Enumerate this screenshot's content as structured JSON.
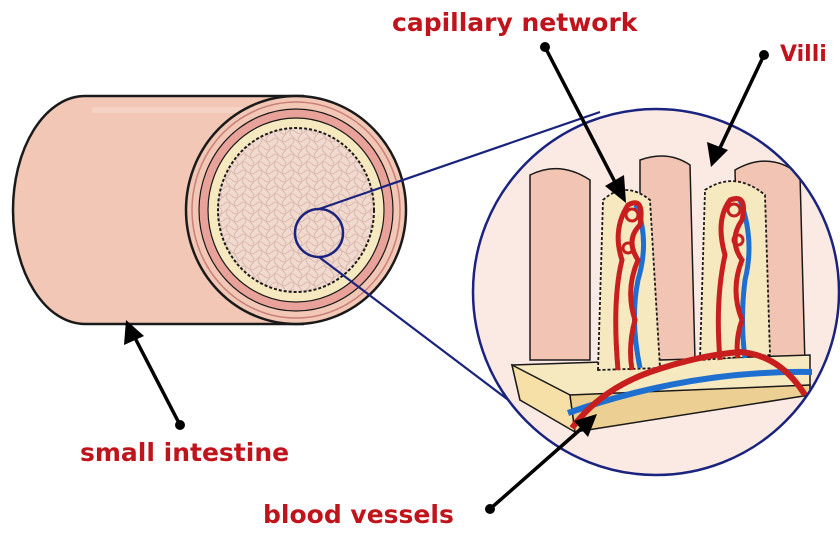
{
  "labels": {
    "capillary_network": "capillary network",
    "villi": "Villi",
    "small_intestine": "small intestine",
    "blood_vessels": "blood vessels"
  },
  "colors": {
    "label_text": "#c0141c",
    "tube_fill": "#f2c7b5",
    "tube_outline": "#1a1a1a",
    "cross_section_rings": "#e9a29a",
    "mucosa_tan": "#f6e8bf",
    "magnifier_outline": "#1a237e",
    "magnifier_background": "#fbe9e3",
    "artery_red": "#c81e1e",
    "vein_blue": "#1f6fd1"
  }
}
